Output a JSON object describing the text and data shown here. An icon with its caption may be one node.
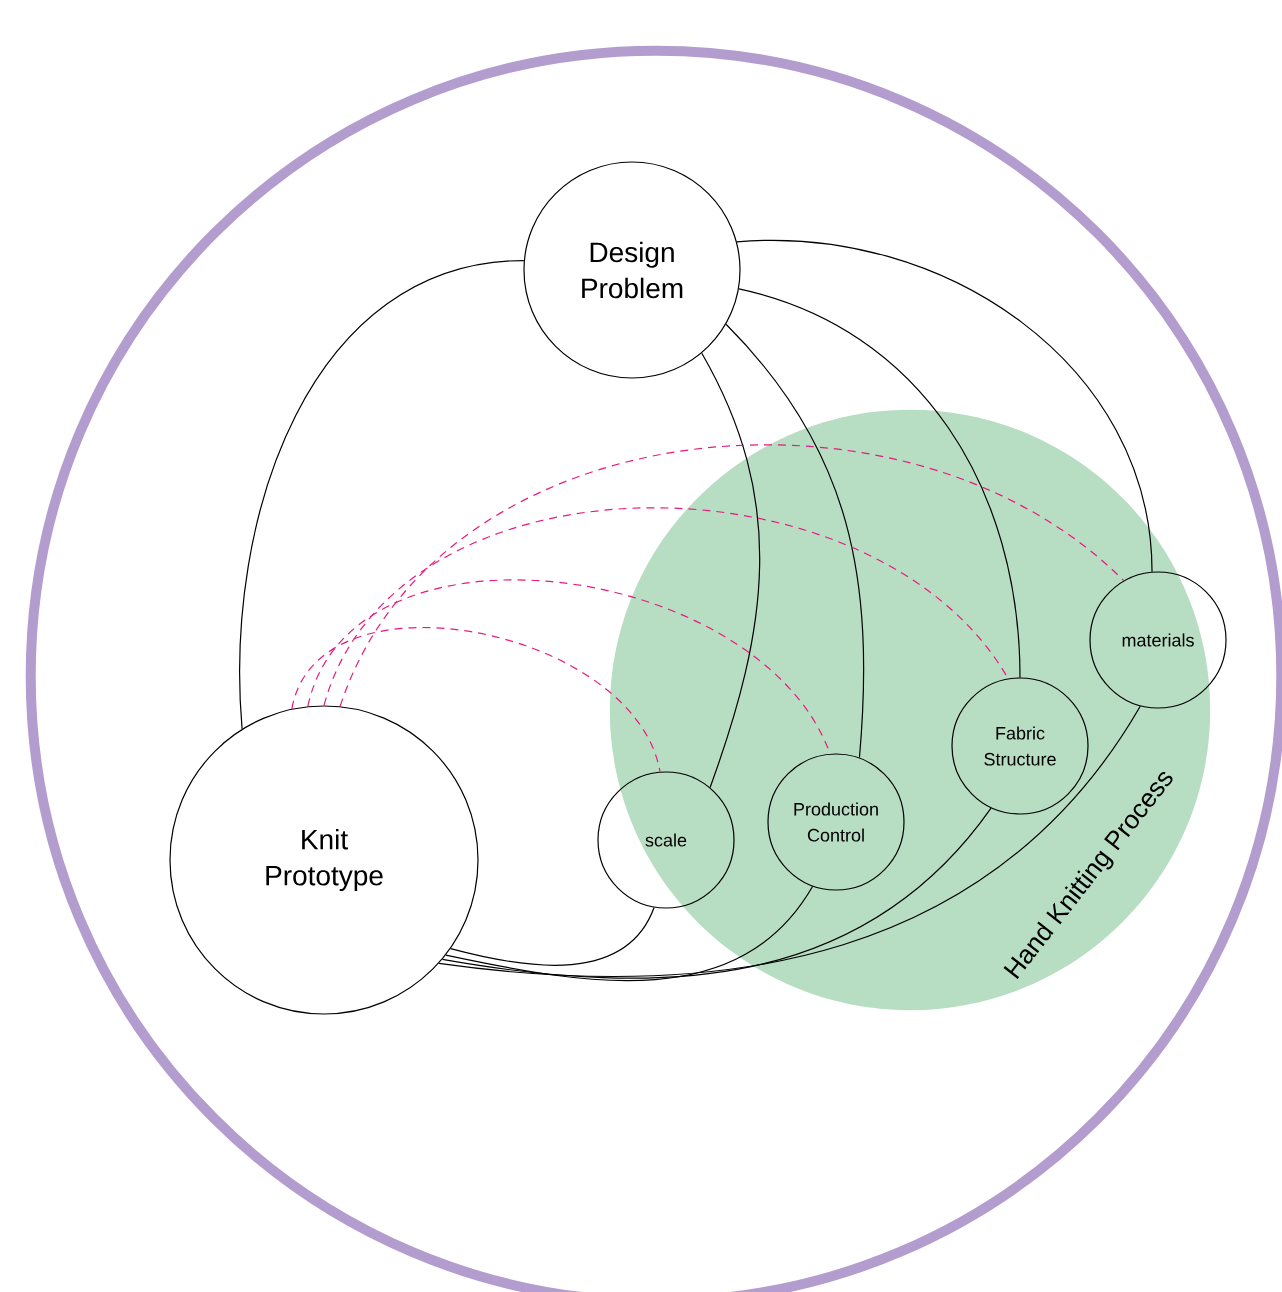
{
  "diagram": {
    "nodes": [
      {
        "text": [],
        "shape": "circle"
      },
      {
        "text": [
          "Design Problem"
        ],
        "in": 0
      },
      {
        "text": [
          "Knit Prototype"
        ],
        "in": 0
      },
      {
        "text": [
          "Hand Knitting Process"
        ],
        "in": 0
      },
      {
        "text": [
          "scale"
        ],
        "in": 0
      },
      {
        "text": [
          "Production Control"
        ],
        "in": 3
      },
      {
        "text": [
          "Fabric Structure"
        ],
        "in": 3
      },
      {
        "text": [
          "materials"
        ],
        "in": 0
      }
    ],
    "edges": [
      {
        "from": 1,
        "to": 2,
        "arrow": "none"
      },
      {
        "from": 1,
        "to": 4,
        "arrow": "none"
      },
      {
        "from": 1,
        "to": 5,
        "arrow": "none"
      },
      {
        "from": 1,
        "to": 6,
        "arrow": "none"
      },
      {
        "from": 1,
        "to": 7,
        "arrow": "none"
      },
      {
        "from": 2,
        "to": 4,
        "arrow": "none"
      },
      {
        "from": 2,
        "to": 5,
        "arrow": "none"
      },
      {
        "from": 2,
        "to": 6,
        "arrow": "none"
      },
      {
        "from": 2,
        "to": 7,
        "arrow": "none"
      },
      {
        "from": 2,
        "to": 4,
        "arrow": "none",
        "style": "dashed",
        "color": "#e8197f"
      },
      {
        "from": 2,
        "to": 5,
        "arrow": "none",
        "style": "dashed",
        "color": "#e8197f"
      },
      {
        "from": 2,
        "to": 6,
        "arrow": "none",
        "style": "dashed",
        "color": "#e8197f"
      },
      {
        "from": 2,
        "to": 7,
        "arrow": "none",
        "style": "dashed",
        "color": "#e8197f"
      }
    ]
  }
}
